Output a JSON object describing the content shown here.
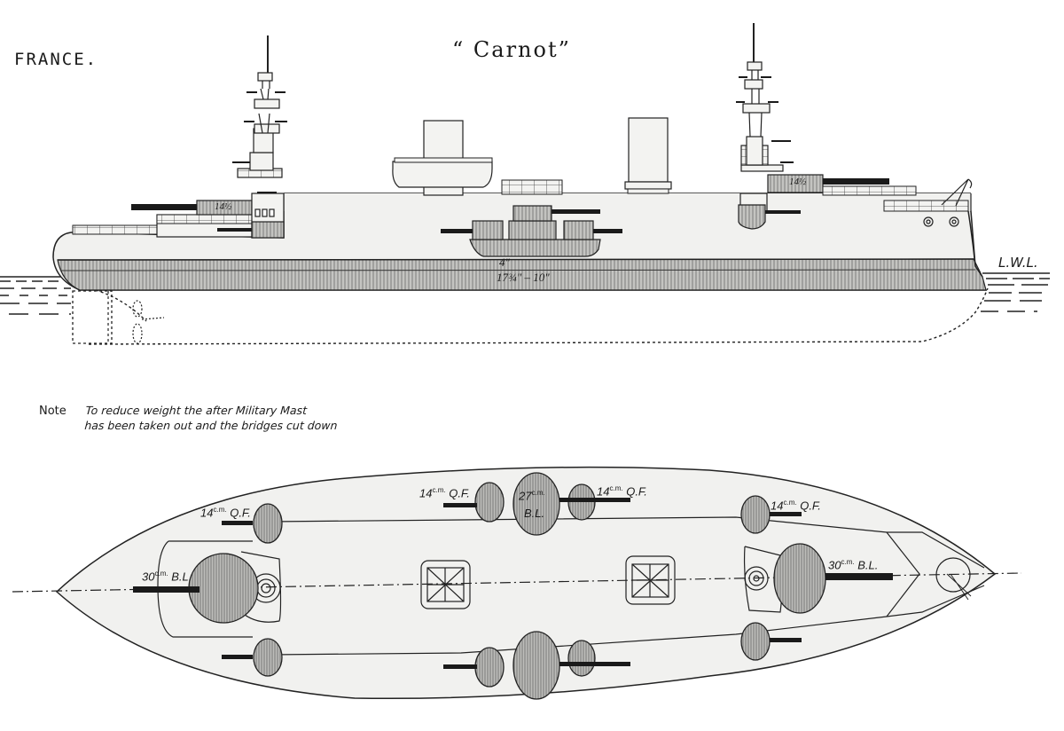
{
  "header": {
    "country": "FRANCE.",
    "ship_name": "“ Carnot”"
  },
  "profile_view": {
    "armor_belt_upper": "4\"",
    "armor_belt_main": "17¾\" – 10\"",
    "turret_armor_aft": "14½",
    "turret_armor_fwd": "14½",
    "waterline_label": "L.W.L."
  },
  "note": {
    "label": "Note",
    "line1": "To reduce weight the after Military Mast",
    "line2": "has been taken out and the bridges cut down"
  },
  "plan_view": {
    "gun_labels": {
      "aft_main_num": "30",
      "aft_main_unit": "c.m.",
      "aft_main_type": "B.L.",
      "aft_secondary_num": "14",
      "aft_secondary_unit": "c.m.",
      "aft_secondary_type": "Q.F.",
      "mid_secondary_left_num": "14",
      "mid_secondary_left_unit": "c.m.",
      "mid_secondary_left_type": "Q.F.",
      "mid_main_num": "27",
      "mid_main_unit": "c.m.",
      "mid_main_type": "B.L.",
      "mid_secondary_right_num": "14",
      "mid_secondary_right_unit": "c.m.",
      "mid_secondary_right_type": "Q.F.",
      "fwd_secondary_num": "14",
      "fwd_secondary_unit": "c.m.",
      "fwd_secondary_type": "Q.F.",
      "fwd_main_num": "30",
      "fwd_main_unit": "c.m.",
      "fwd_main_type": "B.L."
    }
  },
  "colors": {
    "ink": "#1a1a1a",
    "hull_fill": "#f1f1ef",
    "armor_fill": "#b9b9b6",
    "turret_fill": "#b0b0ad",
    "paper": "#ffffff"
  }
}
